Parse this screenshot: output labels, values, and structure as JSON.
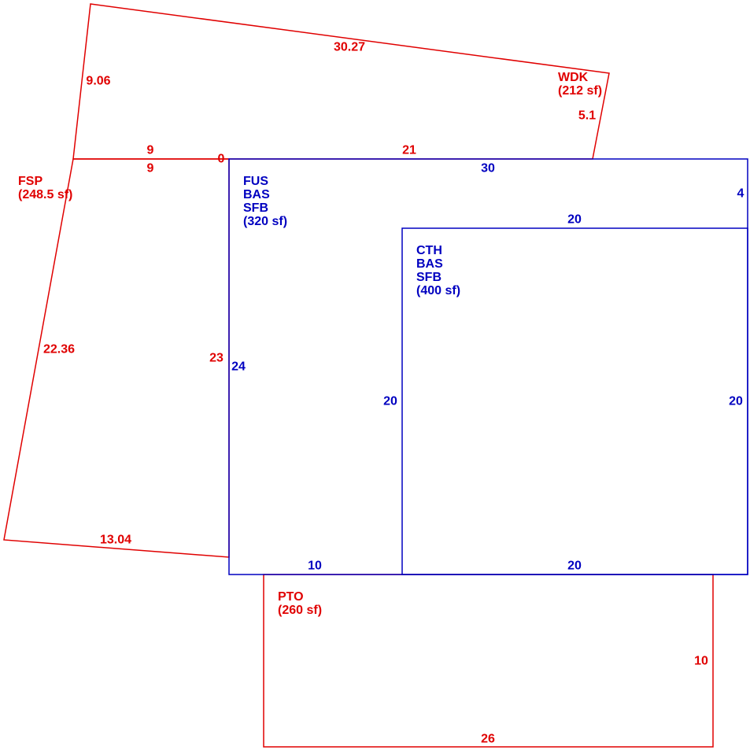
{
  "colors": {
    "main_structure": "#0000c0",
    "additions": "#e00000",
    "background": "#ffffff"
  },
  "areas": {
    "fus": {
      "code": "FUS",
      "type": "BAS",
      "class": "SFB",
      "area": "(320 sf)"
    },
    "cth": {
      "code": "CTH",
      "type": "BAS",
      "class": "SFB",
      "area": "(400 sf)"
    },
    "fsp": {
      "code": "FSP",
      "area": "(248.5 sf)"
    },
    "wdk": {
      "code": "WDK",
      "area": "(212 sf)"
    },
    "pto": {
      "code": "PTO",
      "area": "(260 sf)"
    }
  },
  "dimensions": {
    "wdk_top": "30.27",
    "wdk_left": "9.06",
    "wdk_right": "5.1",
    "wdk_bottom": "21",
    "fsp_top_outer": "9",
    "fsp_top_inner": "9",
    "fsp_zero": "0",
    "fsp_left": "22.36",
    "fsp_bottom": "13.04",
    "fsp_right": "23",
    "fus_top": "30",
    "fus_right_short": "4",
    "fus_left": "24",
    "fus_bottom": "10",
    "cth_top": "20",
    "cth_left": "20",
    "cth_right": "20",
    "cth_bottom": "20",
    "pto_right": "10",
    "pto_bottom": "26"
  }
}
